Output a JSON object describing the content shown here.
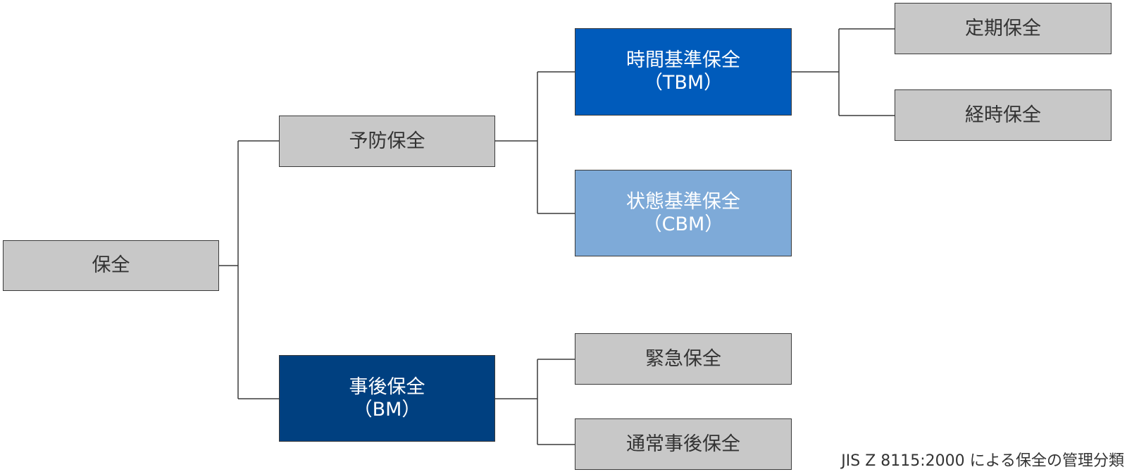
{
  "diagram": {
    "nodes": {
      "hozen": "保全",
      "yobo": "予防保全",
      "jigo": {
        "line1": "事後保全",
        "line2": "（BM）"
      },
      "tbm": {
        "line1": "時間基準保全",
        "line2": "（TBM）"
      },
      "cbm": {
        "line1": "状態基準保全",
        "line2": "（CBM）"
      },
      "kinkyu": "緊急保全",
      "tsujo": "通常事後保全",
      "teiki": "定期保全",
      "keiji": "経時保全"
    },
    "colors": {
      "default_box": "#c8c8c8",
      "tbm_box": "#005bbb",
      "cbm_box": "#7eaad8",
      "bm_box": "#004080",
      "connector": "#3a3a3a"
    },
    "caption": "JIS Z 8115:2000 による保全の管理分類"
  }
}
